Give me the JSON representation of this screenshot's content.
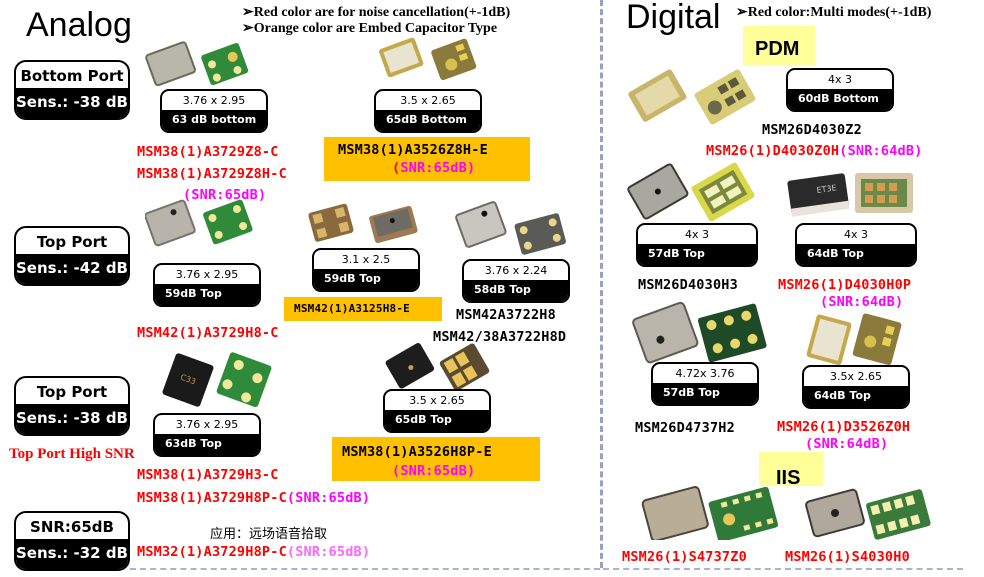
{
  "analog": {
    "title": "Analog",
    "notes": [
      "➢Red color are for noise cancellation(+-1dB)",
      "➢Orange color  are Embed Capacitor Type"
    ],
    "groups": [
      {
        "port": "Bottom Port",
        "sens": "Sens.: -38 dB"
      },
      {
        "port": "Top Port",
        "sens": "Sens.: -42 dB"
      },
      {
        "port": "Top Port",
        "sens": "Sens.: -38 dB",
        "caption": "Top Port High SNR"
      },
      {
        "port": "SNR:65dB",
        "sens": "Sens.: -32 dB"
      }
    ],
    "specs": [
      {
        "size": "3.76 x 2.95",
        "snr": "63 dB bottom"
      },
      {
        "size": "3.5 x 2.65",
        "snr": "65dB Bottom"
      },
      {
        "size": "3.76 x 2.95",
        "snr": "59dB Top"
      },
      {
        "size": "3.1 x 2.5",
        "snr": "59dB Top"
      },
      {
        "size": "3.76 x 2.24",
        "snr": "58dB Top"
      },
      {
        "size": "3.76 x 2.95",
        "snr": "63dB Top"
      },
      {
        "size": "3.5 x 2.65",
        "snr": "65dB Top"
      }
    ],
    "parts": {
      "p1": "MSM38(1)A3729Z8-C",
      "p2": "MSM38(1)A3729Z8H-C",
      "p2_snr": "(SNR:65dB)",
      "p3": "MSM38(1)A3526Z8H-E",
      "p3_snr": "(SNR:65dB)",
      "p4": "MSM42(1)A3729H8-C",
      "p5": "MSM42(1)A3125H8-E",
      "p6": "MSM42A3722H8",
      "p7": "MSM42/38A3722H8D",
      "p8": "MSM38(1)A3729H3-C",
      "p9": "MSM38(1)A3729H8P-C",
      "p9_snr": "(SNR:65dB)",
      "p10": "MSM38(1)A3526H8P-E",
      "p10_snr": "(SNR:65dB)",
      "p11": "MSM32(1)A3729H8P-C",
      "p11_snr": "(SNR:65dB)"
    },
    "application": "应用：远场语音拾取"
  },
  "digital": {
    "title": "Digital",
    "note": "➢Red color:Multi modes(+-1dB)",
    "pdm_label": "PDM",
    "iis_label": "IIS",
    "specs": [
      {
        "size": "4x 3",
        "snr": "60dB Bottom"
      },
      {
        "size": "4x 3",
        "snr": "57dB Top"
      },
      {
        "size": "4x 3",
        "snr": "64dB Top"
      },
      {
        "size": "4.72x 3.76",
        "snr": "57dB Top"
      },
      {
        "size": "3.5x 2.65",
        "snr": "64dB Top"
      }
    ],
    "parts": {
      "d1": "MSM26D4030Z2",
      "d2": "MSM26(1)D4030Z0H",
      "d2_snr": "(SNR:64dB)",
      "d3": "MSM26D4030H3",
      "d4": "MSM26(1)D4030H0P",
      "d4_snr": "(SNR:64dB)",
      "d5": "MSM26D4737H2",
      "d6": "MSM26(1)D3526Z0H",
      "d6_snr": "(SNR:64dB)",
      "d7": "MSM26(1)S4737Z0",
      "d8": "MSM26(1)S4030H0"
    }
  },
  "colors": {
    "red": "#ff0000",
    "magenta": "#ff00ff",
    "orange": "#ffc000",
    "yellow": "#ffff99"
  }
}
